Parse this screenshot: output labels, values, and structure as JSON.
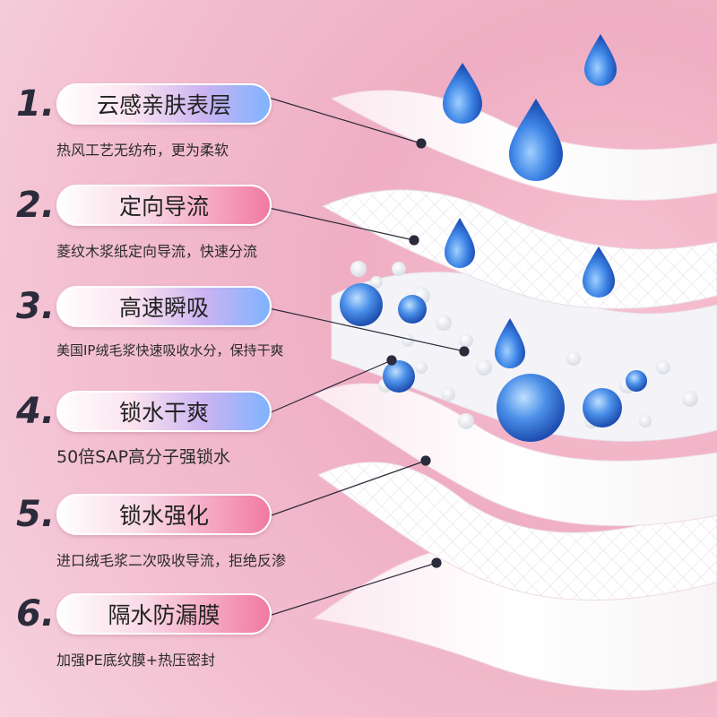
{
  "layers": [
    {
      "number": "1.",
      "title": "云感亲肤表层",
      "description": "热风工艺无纺布，更为柔软",
      "pill_style": "blue"
    },
    {
      "number": "2.",
      "title": "定向导流",
      "description": "菱纹木浆纸定向导流，快速分流",
      "pill_style": "pink"
    },
    {
      "number": "3.",
      "title": "高速瞬吸",
      "description": "美国IP绒毛浆快速吸收水分，保持干爽",
      "pill_style": "blue"
    },
    {
      "number": "4.",
      "title": "锁水干爽",
      "description": "50倍SAP高分子强锁水",
      "pill_style": "blue"
    },
    {
      "number": "5.",
      "title": "锁水强化",
      "description": "进口绒毛浆二次吸收导流，拒绝反渗",
      "pill_style": "pink"
    },
    {
      "number": "6.",
      "title": "隔水防漏膜",
      "description": "加强PE底纹膜+热压密封",
      "pill_style": "pink"
    }
  ],
  "colors": {
    "background": "#efaec3",
    "blue_accent": "#4f8fe6",
    "pink_accent": "#f07aa3",
    "text": "#2b2b2b"
  }
}
